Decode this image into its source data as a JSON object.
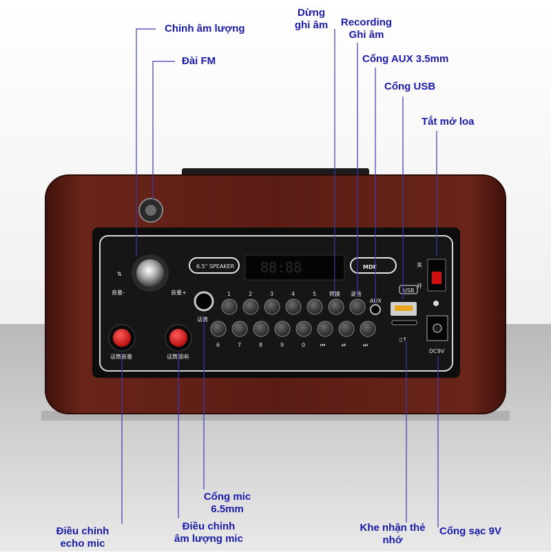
{
  "product": {
    "type": "wooden bluetooth speaker, rear control panel",
    "colors": {
      "wood": "#5a1d14",
      "panel": "#121212",
      "button_red": "#e01515",
      "label_blue": "#1a1aa8"
    },
    "panel_text": {
      "volume_minus": "音量-",
      "volume_plus": "音量+",
      "speaker_badge": "6.5\" SPEAKER",
      "brand_badge": "MDF",
      "mic_jack": "话筒",
      "aux": "AUX",
      "usb": "USB",
      "switch_off": "关",
      "switch_on": "开",
      "dc": "DC9V",
      "mic_volume": "话筒音量",
      "mic_echo": "话筒混响",
      "convert": "转换",
      "record": "录音",
      "row1_buttons": [
        "1",
        "2",
        "3",
        "4",
        "5"
      ],
      "row2_buttons": [
        "6",
        "7",
        "8",
        "9",
        "0"
      ],
      "transport_icons": [
        "prev-icon",
        "play-pause-icon",
        "next-icon"
      ],
      "display_reading": "88:88"
    }
  },
  "callouts": {
    "volume": "Chỉnh âm lượng",
    "fm": "Đài FM",
    "stop_line1": "Dừng",
    "stop_line2": "ghi âm",
    "rec_line1": "Recording",
    "rec_line2": "Ghi âm",
    "aux": "Cổng AUX 3.5mm",
    "usb": "Cổng USB",
    "power": "Tắt mở loa",
    "mic_port_line1": "Cổng mic",
    "mic_port_line2": "6.5mm",
    "echo_line1": "Điều chỉnh",
    "echo_line2": "echo mic",
    "mic_vol_line1": "Điều chỉnh",
    "mic_vol_line2": "âm lượng mic",
    "card_line1": "Khe nhận thẻ",
    "card_line2": "nhớ",
    "charge": "Cổng sạc 9V"
  }
}
